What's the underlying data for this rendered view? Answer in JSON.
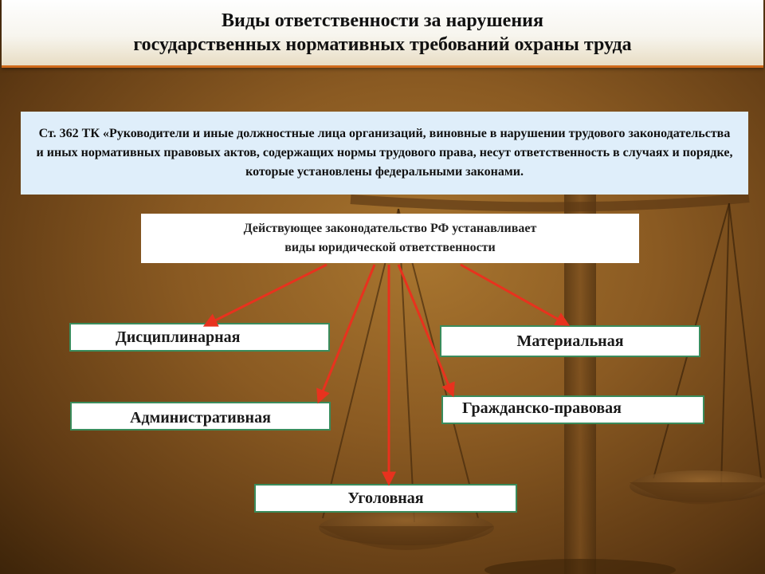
{
  "header": {
    "title_line1": "Виды ответственности за нарушения",
    "title_line2": "государственных нормативных требований охраны труда"
  },
  "quote": {
    "text": "Ст. 362 ТК «Руководители и иные должностные лица организаций, виновные в нарушении трудового законодательства и иных нормативных правовых актов, содержащих нормы трудового права, несут ответственность в случаях и порядке, которые установлены федеральными законами."
  },
  "law": {
    "line1": "Действующее законодательство РФ устанавливает",
    "line2": "виды юридической ответственности"
  },
  "types": {
    "disciplinary": "Дисциплинарная",
    "material": "Материальная",
    "administrative": "Административная",
    "civil": "Гражданско-правовая",
    "criminal": "Уголовная"
  },
  "colors": {
    "arrow": "#e8321e",
    "box_border": "#3a8c5c",
    "quote_bg": "#dfeefa",
    "title_underline": "#d06a1a"
  }
}
